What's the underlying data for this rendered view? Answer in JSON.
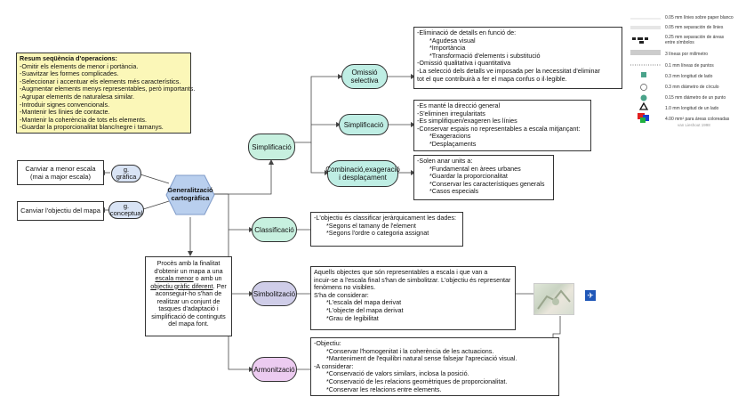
{
  "summary": {
    "title": "Resum seqüència d'operacions:",
    "lines": [
      "-Omitir els elements de menor i portància.",
      "-Suavitzar les formes complicades.",
      "-Seleccionar i accentuar els elements més característics.",
      "-Augmentar elements menys representables, però importants.",
      "-Agrupar elements de naturalesa similar.",
      "-Introduir signes convencionals.",
      "-Mantenir les línies de contacte.",
      "-Mantenir la coherència de tots els elements.",
      "-Guardar la proporcionalitat blanc/negre i tamanys."
    ]
  },
  "center": {
    "label": "Generalització cartogràfica"
  },
  "left": {
    "g_grafica": "g. gràfica",
    "g_conceptual": "g. conceptual",
    "canviar_escala": "Canviar a menor escala (mai a major escala)",
    "canviar_objectiu": "Canviar l'objectiu del mapa"
  },
  "process": {
    "text1": "Procès amb la finalitat d'obtenir un mapa a una",
    "u1": "escala menor",
    "text2": " o amb un",
    "u2": "objectiu gràfic diferent",
    "text3": ". Per aconseguir-ho s'han de realitzar un conjunt de tasques d'adaptació i simplificació de continguts del mapa font."
  },
  "nodes": {
    "simplificacio": "Simplificació",
    "omissio": "Omissió selectiva",
    "simplificacio2": "Simplificació",
    "combinacio": "Combinació,exageració i desplaçament",
    "classificacio": "Classificació",
    "simbolitzacio": "Simbolització",
    "armonitzacio": "Armonització"
  },
  "boxes": {
    "omissio": [
      {
        "t": "-Eliminació de detalls en funció de:",
        "i": 0
      },
      {
        "t": "*Agudesa visual",
        "i": 1
      },
      {
        "t": "*Importància",
        "i": 1
      },
      {
        "t": "*Transformació d'elements i substitució",
        "i": 1
      },
      {
        "t": "-Omissió qualitativa i quantitativa",
        "i": 0
      },
      {
        "t": "-La selecció dels detalls ve imposada per la necessitat d'eliminar",
        "i": 0
      },
      {
        "t": "tot el que contribuirà a fer el mapa confus o il·legible.",
        "i": 0
      }
    ],
    "simplificacio": [
      {
        "t": "-Es manté la direcció general",
        "i": 0
      },
      {
        "t": "-S'eliminen irregularitats",
        "i": 0
      },
      {
        "t": "-Es simplifiquen/exageren les línies",
        "i": 0
      },
      {
        "t": "-Conservar espais no representables a escala mitjançant:",
        "i": 0
      },
      {
        "t": "*Exageracions",
        "i": 1
      },
      {
        "t": "*Desplaçaments",
        "i": 1
      }
    ],
    "combinacio": [
      {
        "t": "-Solen anar units a:",
        "i": 0
      },
      {
        "t": "*Fundamental en àrees urbanes",
        "i": 1
      },
      {
        "t": "*Guardar la proporcionalitat",
        "i": 1
      },
      {
        "t": "*Conservar les característiques generals",
        "i": 1
      },
      {
        "t": "*Casos especials",
        "i": 1
      }
    ],
    "classificacio": [
      {
        "t": "-L'objectiu és classificar jeràrquicament les dades:",
        "i": 0
      },
      {
        "t": "*Segons el tamany de l'element",
        "i": 1
      },
      {
        "t": "*Segons l'ordre o categoria assignat",
        "i": 1
      }
    ],
    "simbolitzacio": [
      {
        "t": "Aquells objectes que són representables a escala i que van a",
        "i": 0
      },
      {
        "t": "incuir-se a l'escala final s'han de simbolitzar. L'objectiu és representar",
        "i": 0
      },
      {
        "t": "fenòmens no visibles.",
        "i": 0
      },
      {
        "t": "S'ha de considerar:",
        "i": 0
      },
      {
        "t": "*L'escala del mapa derivat",
        "i": 1
      },
      {
        "t": "*L'objecte del mapa derivat",
        "i": 1
      },
      {
        "t": "*Grau de legibilitat",
        "i": 1
      }
    ],
    "armonitzacio": [
      {
        "t": "-Objectiu:",
        "i": 0
      },
      {
        "t": "*Conservar l'homogenitat i la coherència de les actuacions.",
        "i": 1
      },
      {
        "t": "*Manteniment de l'equilibri natural sense falsejar l'apreciació visual.",
        "i": 1
      },
      {
        "t": "-A considerar:",
        "i": 0
      },
      {
        "t": "*Conservació de valors similars, inclosa la posició.",
        "i": 1
      },
      {
        "t": "*Conservació de les relacions geomètriques de proporcionalitat.",
        "i": 1
      },
      {
        "t": "*Conservar les relacions entre elements.",
        "i": 1
      }
    ]
  },
  "legend": [
    "0.05 mm línies sobre paper blanco",
    "0.05 mm separación de línies",
    "0.25 mm separación de áreas entre símbolos",
    "3 líneas por milímetro",
    "0.1 mm líneas de puntos",
    "0.3 mm longitud de lado",
    "0.3 mm diámetro de círculo",
    "0.15 mm diámetro de un punto",
    "1.0 mm longitud de un lado",
    "4.00 mm² para áreas coloreadas"
  ],
  "legend_credit": "van Lieshout 1998",
  "colors": {
    "blue_hex": "#b9cfee",
    "green_pill": "#c7f0df",
    "teal_pill": "#bfeee4",
    "purple_pill": "#cfcde8",
    "pink_pill": "#eccbf0",
    "summary_bg": "#fbf7b8"
  }
}
